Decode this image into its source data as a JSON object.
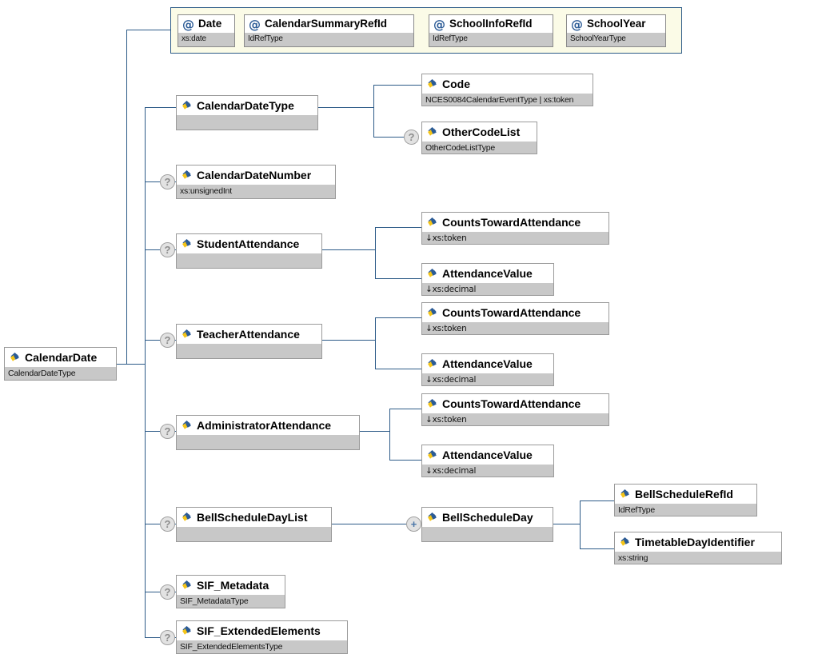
{
  "diagram": {
    "title": "CalendarDate XML Schema Diagram",
    "colors": {
      "line": "#2d5b88",
      "attr_group_bg": "#fbfbe7",
      "node_type_bg": "#c8c8c8",
      "node_title_bg": "#ffffff",
      "marker_bg": "#e2e2e2",
      "icon_blue": "#2b5b96",
      "icon_yellow": "#f5c518"
    }
  },
  "root": {
    "name": "CalendarDate",
    "type": "CalendarDateType",
    "icon": "element-icon",
    "marker": ""
  },
  "attributes": {
    "group_name": "attribute-group",
    "items": [
      {
        "name": "Date",
        "type": "xs:date",
        "icon": "attribute-icon"
      },
      {
        "name": "CalendarSummaryRefId",
        "type": "IdRefType",
        "icon": "attribute-icon"
      },
      {
        "name": "SchoolInfoRefId",
        "type": "IdRefType",
        "icon": "attribute-icon"
      },
      {
        "name": "SchoolYear",
        "type": "SchoolYearType",
        "icon": "attribute-icon"
      }
    ]
  },
  "elements": [
    {
      "name": "CalendarDateType",
      "type": "",
      "icon": "element-icon",
      "marker": "",
      "children": [
        {
          "name": "Code",
          "type": "NCES0084CalendarEventType | xs:token",
          "icon": "element-icon",
          "marker": ""
        },
        {
          "name": "OtherCodeList",
          "type": "OtherCodeListType",
          "icon": "element-icon",
          "marker": "?"
        }
      ]
    },
    {
      "name": "CalendarDateNumber",
      "type": "xs:unsignedInt",
      "icon": "element-icon",
      "marker": "?",
      "children": []
    },
    {
      "name": "StudentAttendance",
      "type": "",
      "icon": "element-icon",
      "marker": "?",
      "children": [
        {
          "name": "CountsTowardAttendance",
          "type": "↓xs:token",
          "icon": "element-icon",
          "marker": ""
        },
        {
          "name": "AttendanceValue",
          "type": "↓xs:decimal",
          "icon": "element-icon",
          "marker": ""
        }
      ]
    },
    {
      "name": "TeacherAttendance",
      "type": "",
      "icon": "element-icon",
      "marker": "?",
      "children": [
        {
          "name": "CountsTowardAttendance",
          "type": "↓xs:token",
          "icon": "element-icon",
          "marker": ""
        },
        {
          "name": "AttendanceValue",
          "type": "↓xs:decimal",
          "icon": "element-icon",
          "marker": ""
        }
      ]
    },
    {
      "name": "AdministratorAttendance",
      "type": "",
      "icon": "element-icon",
      "marker": "?",
      "children": [
        {
          "name": "CountsTowardAttendance",
          "type": "↓xs:token",
          "icon": "element-icon",
          "marker": ""
        },
        {
          "name": "AttendanceValue",
          "type": "↓xs:decimal",
          "icon": "element-icon",
          "marker": ""
        }
      ]
    },
    {
      "name": "BellScheduleDayList",
      "type": "",
      "icon": "element-icon",
      "marker": "?",
      "children": [
        {
          "name": "BellScheduleDay",
          "type": "",
          "icon": "element-icon",
          "marker": "+",
          "children": [
            {
              "name": "BellScheduleRefId",
              "type": "IdRefType",
              "icon": "element-icon",
              "marker": ""
            },
            {
              "name": "TimetableDayIdentifier",
              "type": "xs:string",
              "icon": "element-icon",
              "marker": ""
            }
          ]
        }
      ]
    },
    {
      "name": "SIF_Metadata",
      "type": "SIF_MetadataType",
      "icon": "element-icon",
      "marker": "?",
      "children": []
    },
    {
      "name": "SIF_ExtendedElements",
      "type": "SIF_ExtendedElementsType",
      "icon": "element-icon",
      "marker": "?",
      "children": []
    }
  ]
}
